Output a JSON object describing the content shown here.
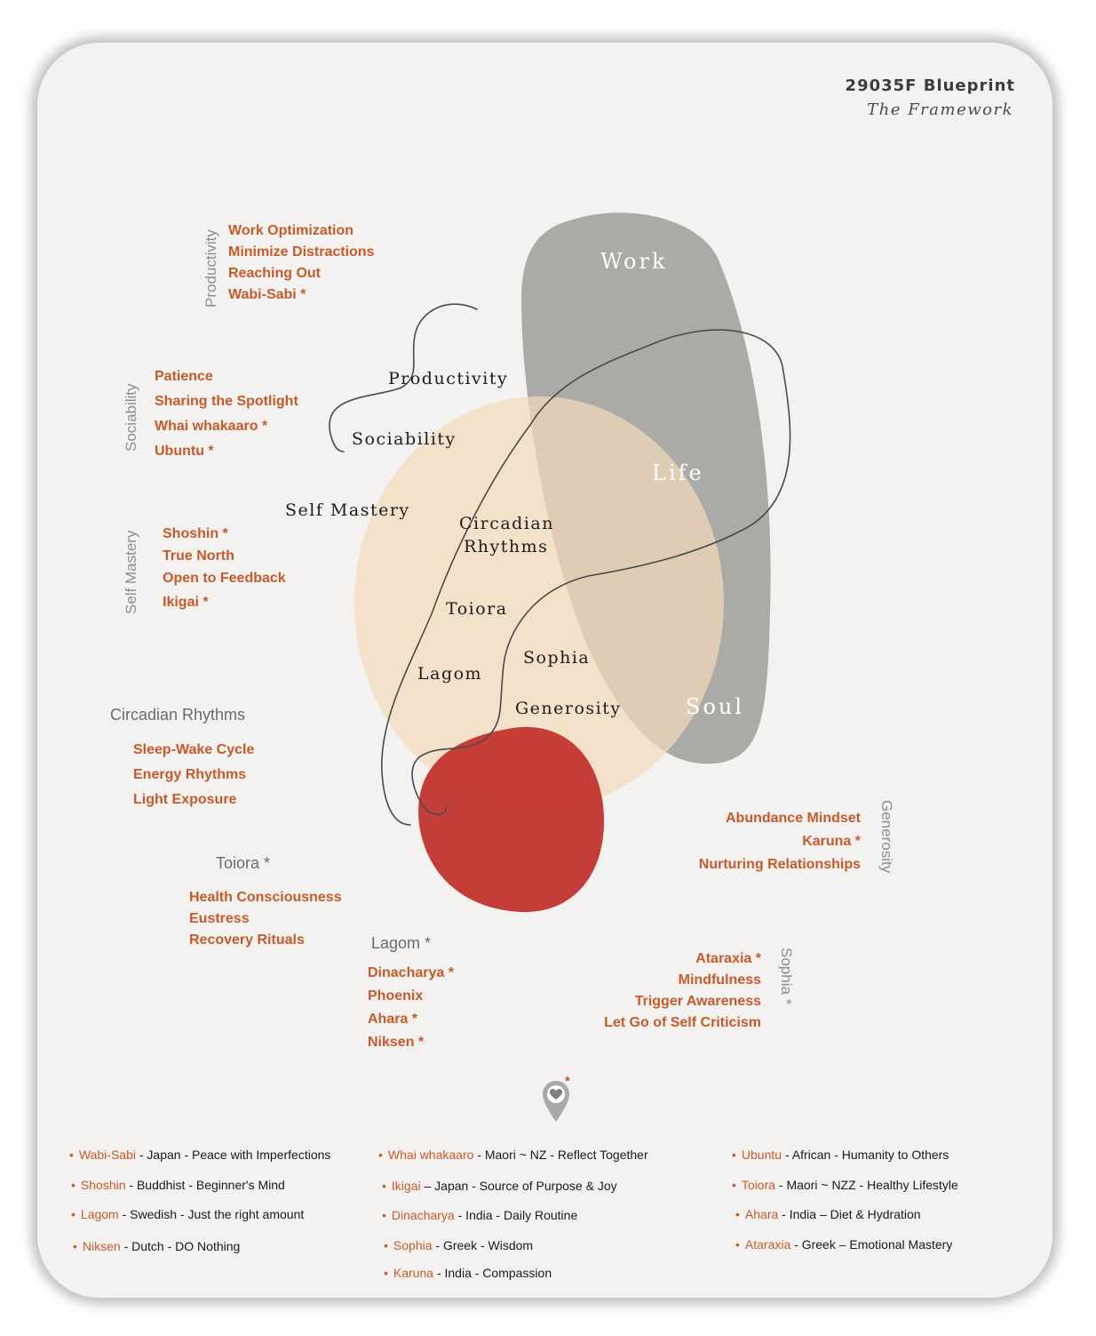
{
  "header": {
    "title": "29035F Blueprint",
    "subtitle": "The Framework"
  },
  "colors": {
    "card_bg": "#f3f2f0",
    "orange_text": "#c65a2a",
    "gray_blob": "#8e8e89",
    "peach_blob": "#f4d9bb",
    "red_blob": "#c0302b"
  },
  "diagram": {
    "shapes": {
      "work": "Work",
      "life": "Life",
      "soul": "Soul"
    },
    "labels": {
      "productivity": "Productivity",
      "sociability": "Sociability",
      "self_mastery": "Self Mastery",
      "circadian_1": "Circadian",
      "circadian_2": "Rhythms",
      "toiora": "Toiora",
      "lagom": "Lagom",
      "sophia": "Sophia",
      "generosity": "Generosity"
    }
  },
  "groups": {
    "productivity": {
      "heading": "Productivity",
      "items": [
        "Work Optimization",
        "Minimize Distractions",
        "Reaching Out",
        "Wabi-Sabi *"
      ]
    },
    "sociability": {
      "heading": "Sociability",
      "items": [
        "Patience",
        "Sharing the Spotlight",
        "Whai whakaaro *",
        "Ubuntu *"
      ]
    },
    "self_mastery": {
      "heading": "Self Mastery",
      "items": [
        "Shoshin *",
        "True North",
        "Open to Feedback",
        "Ikigai *"
      ]
    },
    "circadian": {
      "heading": "Circadian Rhythms",
      "items": [
        "Sleep-Wake Cycle",
        "Energy Rhythms",
        "Light Exposure"
      ]
    },
    "toiora": {
      "heading": "Toiora *",
      "items": [
        "Health Consciousness",
        "Eustress",
        "Recovery Rituals"
      ]
    },
    "lagom": {
      "heading": "Lagom *",
      "items": [
        "Dinacharya *",
        "Phoenix",
        "Ahara *",
        "Niksen *"
      ]
    },
    "generosity": {
      "heading": "Generosity",
      "items": [
        "Abundance Mindset",
        "Karuna *",
        "Nurturing Relationships"
      ]
    },
    "sophia": {
      "heading": "Sophia *",
      "items": [
        "Ataraxia *",
        "Mindfulness",
        "Trigger Awareness",
        "Let Go of Self Criticism"
      ]
    }
  },
  "marker": {
    "icon": "heart-location-pin-icon",
    "star": "*"
  },
  "legend": {
    "col1": [
      {
        "key": "Wabi-Sabi",
        "rest": " - Japan - Peace with Imperfections"
      },
      {
        "key": "Shoshin",
        "rest": " - Buddhist - Beginner's Mind"
      },
      {
        "key": "Lagom",
        "rest": " - Swedish - Just the right amount"
      },
      {
        "key": "Niksen",
        "rest": " - Dutch - DO Nothing"
      }
    ],
    "col2": [
      {
        "key": "Whai whakaaro",
        "rest": " - Maori ~ NZ - Reflect Together"
      },
      {
        "key": "Ikigai",
        "rest": " – Japan - Source of Purpose & Joy"
      },
      {
        "key": "Dinacharya",
        "rest": " - India - Daily Routine"
      },
      {
        "key": "Sophia",
        "rest": " - Greek - Wisdom"
      },
      {
        "key": "Karuna",
        "rest": " - India - Compassion"
      }
    ],
    "col3": [
      {
        "key": "Ubuntu",
        "rest": " - African - Humanity to Others"
      },
      {
        "key": "Toiora",
        "rest": " - Maori ~ NZZ - Healthy Lifestyle"
      },
      {
        "key": "Ahara",
        "rest": " - India – Diet & Hydration"
      },
      {
        "key": "Ataraxia",
        "rest": " - Greek – Emotional Mastery"
      }
    ]
  }
}
